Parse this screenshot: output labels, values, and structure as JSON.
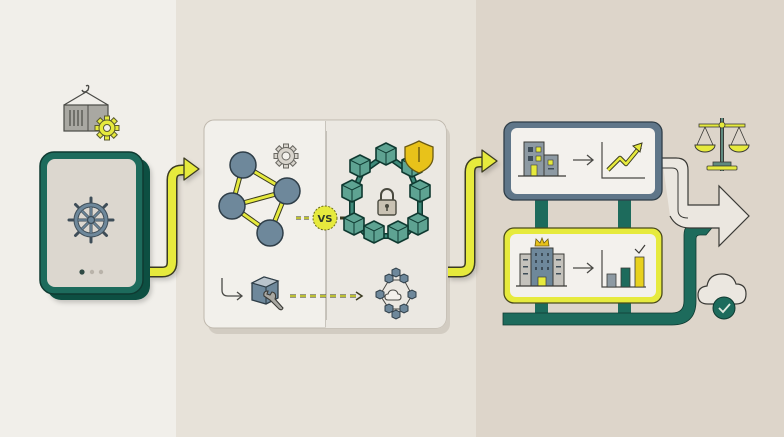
{
  "diagram": {
    "description": "Three-stage flow illustration: orchestration container → monolith vs secure cluster comparison → business value outcomes",
    "colors": {
      "panel_left_bg": "#f1efea",
      "panel_middle_bg": "#e7e2d9",
      "panel_right_bg": "#ddd5ca",
      "teal": "#1d6b5c",
      "teal_dark": "#0f4f43",
      "lime": "#e6ea3d",
      "slate": "#5f7689",
      "slate_node": "#6e889b",
      "card_bg": "#f3f1ed",
      "outline": "#3a3a36",
      "gray_block": "#a9a8a2"
    },
    "stages": [
      {
        "id": "orchestrator",
        "icons": [
          "shipping-container-icon",
          "gear-icon",
          "ship-wheel-icon"
        ],
        "pager_dots": 3,
        "active_dot": 0
      },
      {
        "id": "comparison",
        "left_icons": [
          "node-graph-icon",
          "gear-icon"
        ],
        "comparison_label": "VS",
        "right_icons": [
          "secure-cube-ring-icon",
          "padlock-icon",
          "shield-icon"
        ],
        "bottom_icons": [
          "return-arrow-icon",
          "cube-wrench-icon",
          "dashed-arrow-icon",
          "cloud-cube-network-icon"
        ]
      },
      {
        "id": "outcomes",
        "top_card": {
          "icons": [
            "office-building-icon",
            "arrow-right-icon",
            "growth-chart-icon"
          ]
        },
        "bottom_card": {
          "icons": [
            "crowned-building-icon",
            "arrow-right-icon",
            "bar-chart-check-icon"
          ]
        },
        "bar_chart_values": [
          1,
          2,
          3
        ],
        "side_icons": [
          "balance-scale-icon",
          "big-arrow-right-icon",
          "cloud-check-icon"
        ]
      }
    ]
  }
}
